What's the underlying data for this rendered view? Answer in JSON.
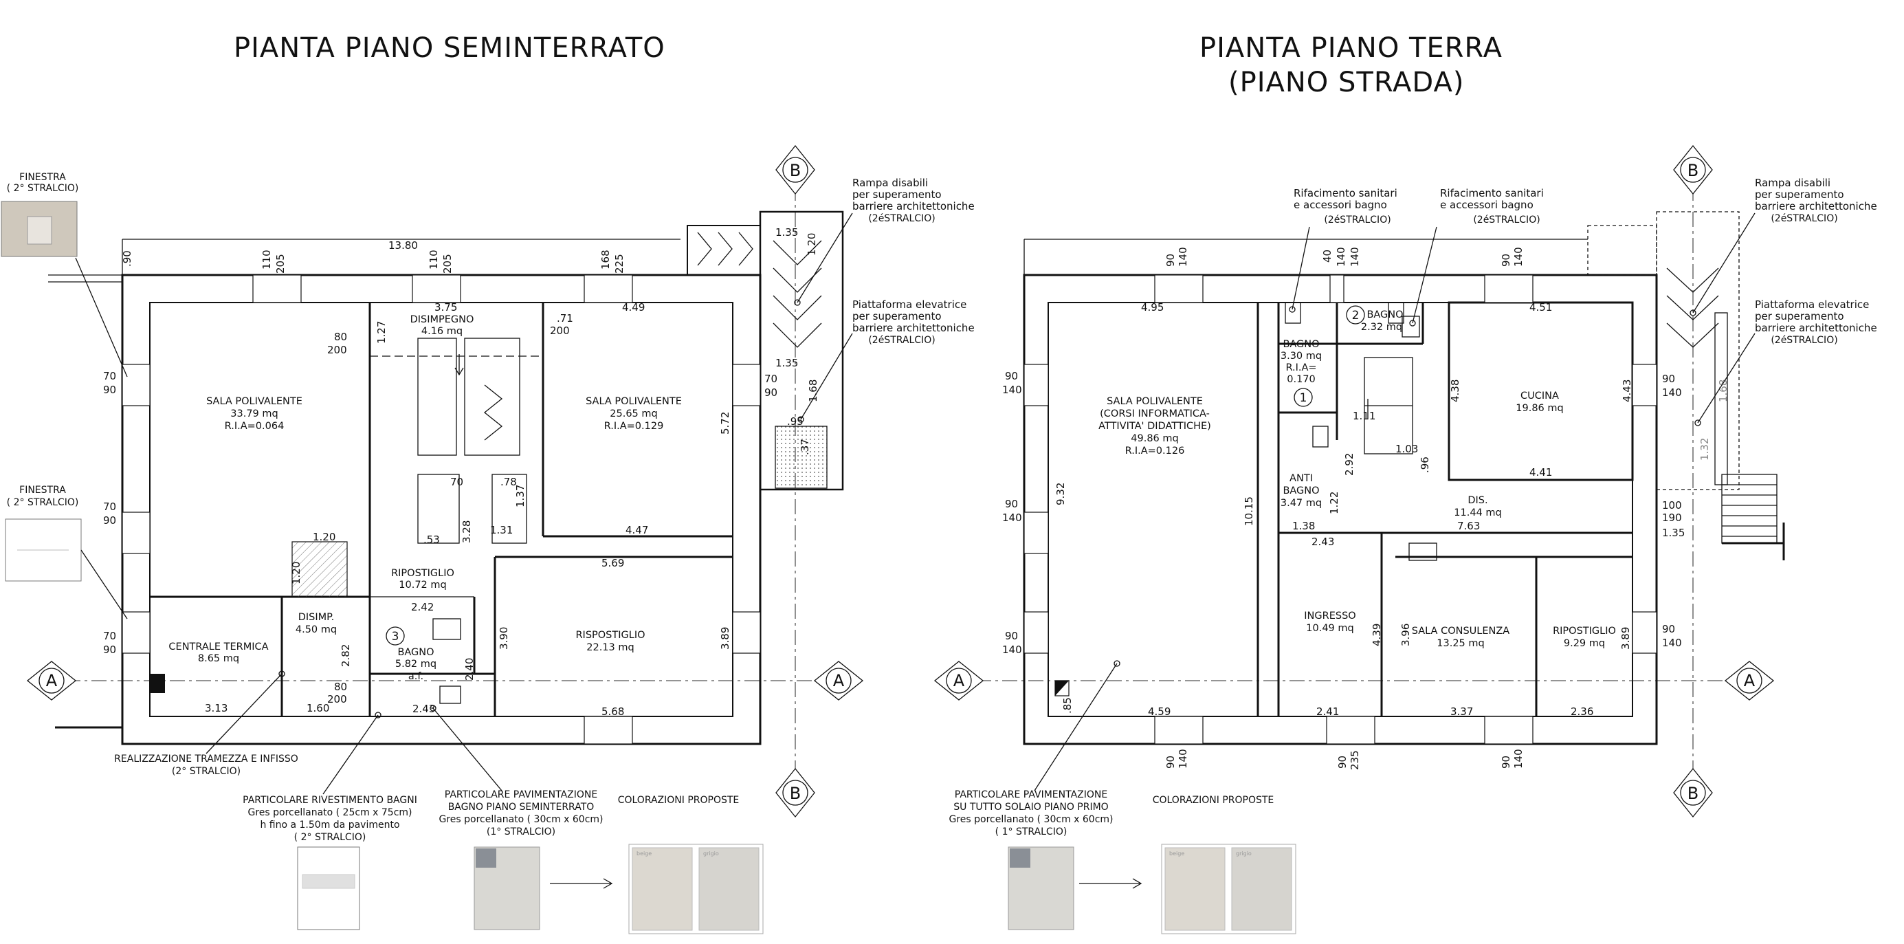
{
  "titles": {
    "left": "PIANTA PIANO SEMINTERRATO",
    "right_line1": "PIANTA PIANO TERRA",
    "right_line2": "(PIANO STRADA)"
  },
  "section_markers": {
    "a": "A",
    "b": "B"
  },
  "rooms_basement": [
    {
      "name": "SALA POLIVALENTE",
      "area": "33.79 mq",
      "ria": "R.I.A=0.064"
    },
    {
      "name": "DISIMPEGNO",
      "area": "4.16 mq"
    },
    {
      "name": "SALA POLIVALENTE",
      "area": "25.65 mq",
      "ria": "R.I.A=0.129"
    },
    {
      "name": "RIPOSTIGLIO",
      "area": "10.72 mq"
    },
    {
      "name": "RISPOSTIGLIO",
      "area": "22.13 mq"
    },
    {
      "name": "CENTRALE  TERMICA",
      "area": "8.65  mq"
    },
    {
      "name": "DISIMP.",
      "area": "4.50  mq"
    },
    {
      "name": "BAGNO",
      "area": "5.82 mq",
      "extra": "a.f."
    }
  ],
  "rooms_ground": [
    {
      "name": "SALA POLIVALENTE",
      "l2": "(CORSI INFORMATICA-",
      "l3": "ATTIVITA' DIDATTICHE)",
      "area": "49.86  mq",
      "ria": "R.I.A=0.126"
    },
    {
      "name": "BAGNO",
      "area": "3.30  mq",
      "ria1": "R.I.A=",
      "ria2": "0.170"
    },
    {
      "name": "BAGNO",
      "area": "2.32  mq"
    },
    {
      "name": "CUCINA",
      "area": "19.86  mq"
    },
    {
      "name": "ANTI",
      "l2": "BAGNO",
      "area": "3.47  mq"
    },
    {
      "name": "DIS.",
      "area": "11.44  mq"
    },
    {
      "name": "INGRESSO",
      "area": "10.49  mq"
    },
    {
      "name": "SALA  CONSULENZA",
      "area": "13.25  mq"
    },
    {
      "name": "RIPOSTIGLIO",
      "area": "9.29  mq"
    }
  ],
  "numbers": {
    "n1": "1",
    "n2": "2",
    "n3": "3"
  },
  "notes": {
    "finestra": "FINESTRA",
    "stralcio2": "( 2° STRALCIO)",
    "rampa_l1": "Rampa  disabili",
    "rampa_l2": "per  superamento",
    "rampa_l3": "barriere  architettoniche",
    "stralcio2b": "(2éSTRALCIO)",
    "piatt_l1": "Piattaforma  elevatrice",
    "piatt_l2": "per  superamento",
    "piatt_l3": "barriere  architettoniche",
    "rif_l1": "Rifacimento  sanitari",
    "rif_l2": "e  accessori  bagno",
    "tramezza_l1": "REALIZZAZIONE TRAMEZZA E INFISSO",
    "tramezza_l2": "(2° STRALCIO)",
    "rivest_l1": "PARTICOLARE RIVESTIMENTO BAGNI",
    "rivest_l2": "Gres porcellanato ( 25cm x 75cm)",
    "rivest_l3": "h fino a 1.50m da pavimento",
    "rivest_l4": "( 2° STRALCIO)",
    "pav_l1": "PARTICOLARE PAVIMENTAZIONE",
    "pav_l2": "BAGNO PIANO SEMINTERRATO",
    "pav_l3": "Gres porcellanato ( 30cm x 60cm)",
    "pav_l4": "(1° STRALCIO)",
    "pav2_l1": "PARTICOLARE PAVIMENTAZIONE",
    "pav2_l2": "SU TUTTO SOLAIO PIANO PRIMO",
    "pav2_l3": "Gres porcellanato ( 30cm x 60cm)",
    "pav2_l4": "( 1° STRALCIO)",
    "colorazioni": "COLORAZIONI PROPOSTE"
  },
  "dims_basement": {
    "d1380": "13.80",
    "d90": ".90",
    "d110": "110",
    "d205": "205",
    "d168": "168",
    "d225": "225",
    "d375": "3.75",
    "d449": "4.49",
    "d71": ".71",
    "d200": "200",
    "d80": "80",
    "d127": "1.27",
    "d70": "70",
    "d572": "5.72",
    "d70r": "70",
    "d90r": "90",
    "d135": "1.35",
    "d120": "1.20",
    "d168b": "1.68",
    "d95": ".95",
    "d37": ".37",
    "d78": ".78",
    "d137": "1.37",
    "d131": "1.31",
    "d328": "3.28",
    "d53": ".53",
    "d447": "4.47",
    "d120b": "1.20",
    "d120c": "1.20",
    "d569": "5.69",
    "d242": "2.42",
    "d282": "2.82",
    "d240": "2.40",
    "d390": "3.90",
    "d389": "3.89",
    "d313": "3.13",
    "d160": "1.60",
    "d243": "2.43",
    "d568": "5.68"
  },
  "dims_ground": {
    "d90": "90",
    "d140": "140",
    "d40": "40",
    "d495": "4.95",
    "d451": "4.51",
    "d438": "4.38",
    "d443": "4.43",
    "d111": "1.11",
    "d103": "1.03",
    "d96": ".96",
    "d441": "4.41",
    "d292": "2.92",
    "d932": "9.32",
    "d1015": "10.15",
    "d122": "1.22",
    "d138": "1.38",
    "d243": "2.43",
    "d763": "7.63",
    "d100": "100",
    "d190": "190",
    "d135": "1.35",
    "d439": "4.39",
    "d396": "3.96",
    "d389": "3.89",
    "d85": ".85",
    "d459": "4.59",
    "d241": "2.41",
    "d337": "3.37",
    "d236": "2.36",
    "d235": "235",
    "d168": "1.68",
    "d132": "1.32"
  },
  "swatch_labels": {
    "a": "beige",
    "b": "grigio"
  }
}
